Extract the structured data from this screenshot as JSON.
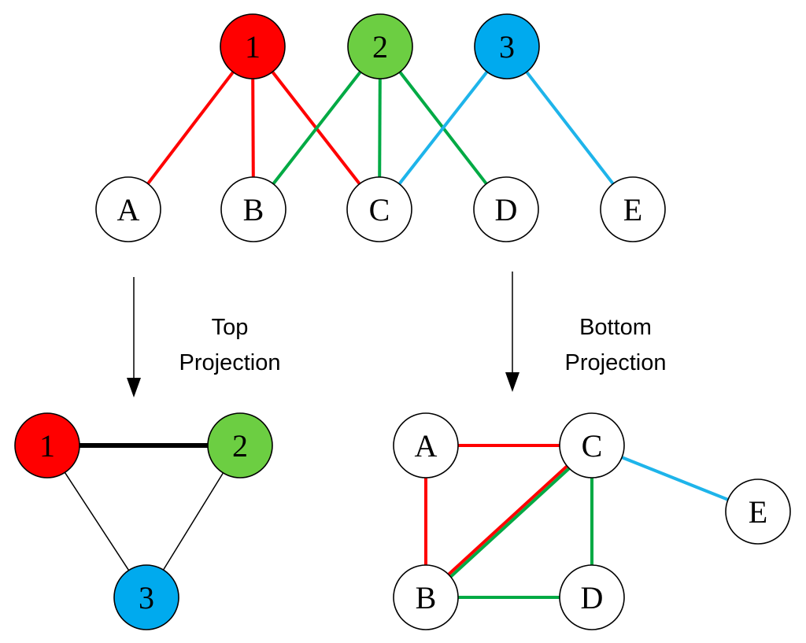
{
  "colors": {
    "red": "#ff0000",
    "green": "#6cce42",
    "blue": "#00aaee",
    "white": "#ffffff",
    "edge_red": "#ff0000",
    "edge_green": "#00aa44",
    "edge_blue": "#1eb4ea",
    "black": "#000000"
  },
  "bipartite": {
    "top_nodes": [
      {
        "id": "1",
        "label": "1",
        "color": "red"
      },
      {
        "id": "2",
        "label": "2",
        "color": "green"
      },
      {
        "id": "3",
        "label": "3",
        "color": "blue"
      }
    ],
    "bottom_nodes": [
      {
        "id": "A",
        "label": "A"
      },
      {
        "id": "B",
        "label": "B"
      },
      {
        "id": "C",
        "label": "C"
      },
      {
        "id": "D",
        "label": "D"
      },
      {
        "id": "E",
        "label": "E"
      }
    ],
    "edges": [
      {
        "from": "1",
        "to": "A",
        "color": "edge_red"
      },
      {
        "from": "1",
        "to": "B",
        "color": "edge_red"
      },
      {
        "from": "1",
        "to": "C",
        "color": "edge_red"
      },
      {
        "from": "2",
        "to": "B",
        "color": "edge_green"
      },
      {
        "from": "2",
        "to": "C",
        "color": "edge_green"
      },
      {
        "from": "2",
        "to": "D",
        "color": "edge_green"
      },
      {
        "from": "3",
        "to": "C",
        "color": "edge_blue"
      },
      {
        "from": "3",
        "to": "E",
        "color": "edge_blue"
      }
    ]
  },
  "top_projection": {
    "caption_line1": "Top",
    "caption_line2": "Projection",
    "nodes": [
      {
        "id": "1",
        "label": "1",
        "color": "red"
      },
      {
        "id": "2",
        "label": "2",
        "color": "green"
      },
      {
        "id": "3",
        "label": "3",
        "color": "blue"
      }
    ],
    "edges": [
      {
        "from": "1",
        "to": "2",
        "weight": "heavy"
      },
      {
        "from": "1",
        "to": "3",
        "weight": "thin"
      },
      {
        "from": "2",
        "to": "3",
        "weight": "thin"
      }
    ]
  },
  "bottom_projection": {
    "caption_line1": "Bottom",
    "caption_line2": "Projection",
    "nodes": [
      {
        "id": "A",
        "label": "A"
      },
      {
        "id": "B",
        "label": "B"
      },
      {
        "id": "C",
        "label": "C"
      },
      {
        "id": "D",
        "label": "D"
      },
      {
        "id": "E",
        "label": "E"
      }
    ],
    "edges": [
      {
        "from": "A",
        "to": "C",
        "colors": [
          "edge_red"
        ]
      },
      {
        "from": "A",
        "to": "B",
        "colors": [
          "edge_red"
        ]
      },
      {
        "from": "B",
        "to": "C",
        "colors": [
          "edge_red",
          "edge_green"
        ]
      },
      {
        "from": "B",
        "to": "D",
        "colors": [
          "edge_green"
        ]
      },
      {
        "from": "C",
        "to": "D",
        "colors": [
          "edge_green"
        ]
      },
      {
        "from": "C",
        "to": "E",
        "colors": [
          "edge_blue"
        ]
      }
    ]
  }
}
